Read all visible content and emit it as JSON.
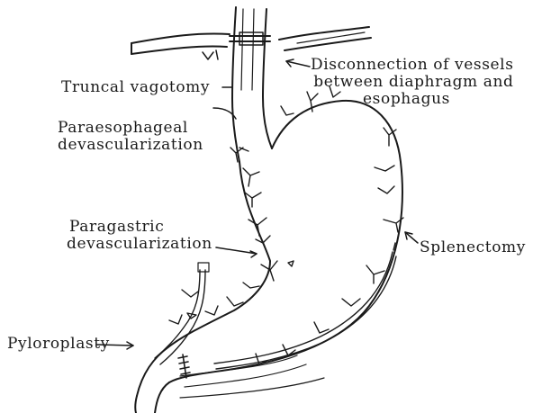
{
  "labels": {
    "truncal_vagotomy": "Truncal vagotomy",
    "paraesophageal": [
      "Paraesophageal",
      "devascularization"
    ],
    "paragastric": [
      "Paragastric",
      "devascularization"
    ],
    "pyloroplasty": "Pyloroplasty",
    "disconnection": [
      "Disconnection of vessels",
      "between diaphragm and",
      "esophagus"
    ],
    "splenectomy": "Splenectomy"
  },
  "colors": {
    "ink": "#1a1a1a",
    "background": "#ffffff"
  }
}
